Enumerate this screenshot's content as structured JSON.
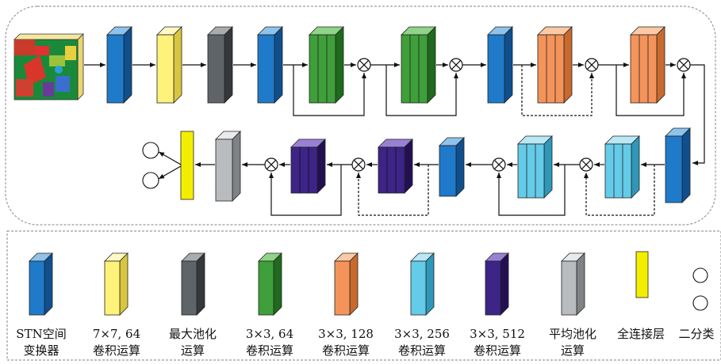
{
  "colors": {
    "stn": "#1f7ac9",
    "conv7": "#fff27a",
    "maxpool": "#5f6468",
    "conv64": "#3f9f3a",
    "conv128": "#f4945a",
    "conv256": "#64cbe8",
    "conv512": "#4a2b90",
    "avgpool": "#b8bcbf",
    "fc": "#f3ee00",
    "line": "#111111",
    "border": "#9a9a9a"
  },
  "legend": [
    {
      "line1": "STN空间",
      "line2": "变换器",
      "color_key": "stn",
      "icon": "stn-block-icon"
    },
    {
      "line1": "7×7, 64",
      "line2": "卷积运算",
      "color_key": "conv7",
      "icon": "conv7x7-block-icon"
    },
    {
      "line1": "最大池化",
      "line2": "运算",
      "color_key": "maxpool",
      "icon": "maxpool-block-icon"
    },
    {
      "line1": "3×3, 64",
      "line2": "卷积运算",
      "color_key": "conv64",
      "icon": "conv64-block-icon"
    },
    {
      "line1": "3×3, 128",
      "line2": "卷积运算",
      "color_key": "conv128",
      "icon": "conv128-block-icon"
    },
    {
      "line1": "3×3, 256",
      "line2": "卷积运算",
      "color_key": "conv256",
      "icon": "conv256-block-icon"
    },
    {
      "line1": "3×3, 512",
      "line2": "卷积运算",
      "color_key": "conv512",
      "icon": "conv512-block-icon"
    },
    {
      "line1": "平均池化",
      "line2": "运算",
      "color_key": "avgpool",
      "icon": "avgpool-block-icon"
    },
    {
      "line1": "全连接层",
      "line2": "",
      "color_key": "fc",
      "icon": "fc-layer-icon"
    },
    {
      "line1": "二分类",
      "line2": "",
      "color_key": "circles",
      "icon": "binary-output-icon"
    }
  ]
}
